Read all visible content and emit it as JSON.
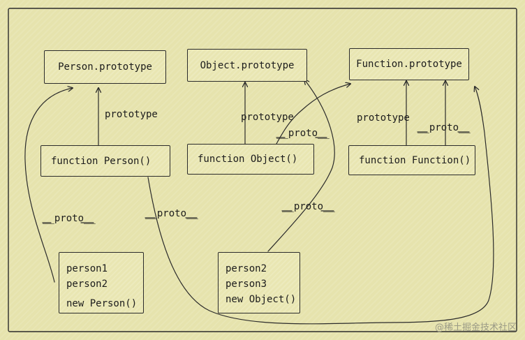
{
  "nodes": {
    "person_prototype": "Person.prototype",
    "object_prototype": "Object.prototype",
    "function_prototype": "Function.prototype",
    "function_person": "function Person()",
    "function_object": "function Object()",
    "function_function": "function Function()",
    "person_instances": [
      "person1",
      "person2",
      "new Person()"
    ],
    "object_instances": [
      "person2",
      "person3",
      "new Object()"
    ]
  },
  "edge_labels": {
    "prototype_person": "prototype",
    "prototype_object": "prototype",
    "proto_object_fn": "__proto__",
    "prototype_function": "prototype",
    "proto_function_fn": "__proto__",
    "proto_person_instances": "__proto__",
    "proto_person_fn": "__proto__",
    "proto_object_instances": "__proto__"
  },
  "watermark": "@稀土掘金技术社区",
  "colors": {
    "background": "#e6e3ad",
    "stroke": "#2b2b2b",
    "text": "#1c1c1c"
  }
}
